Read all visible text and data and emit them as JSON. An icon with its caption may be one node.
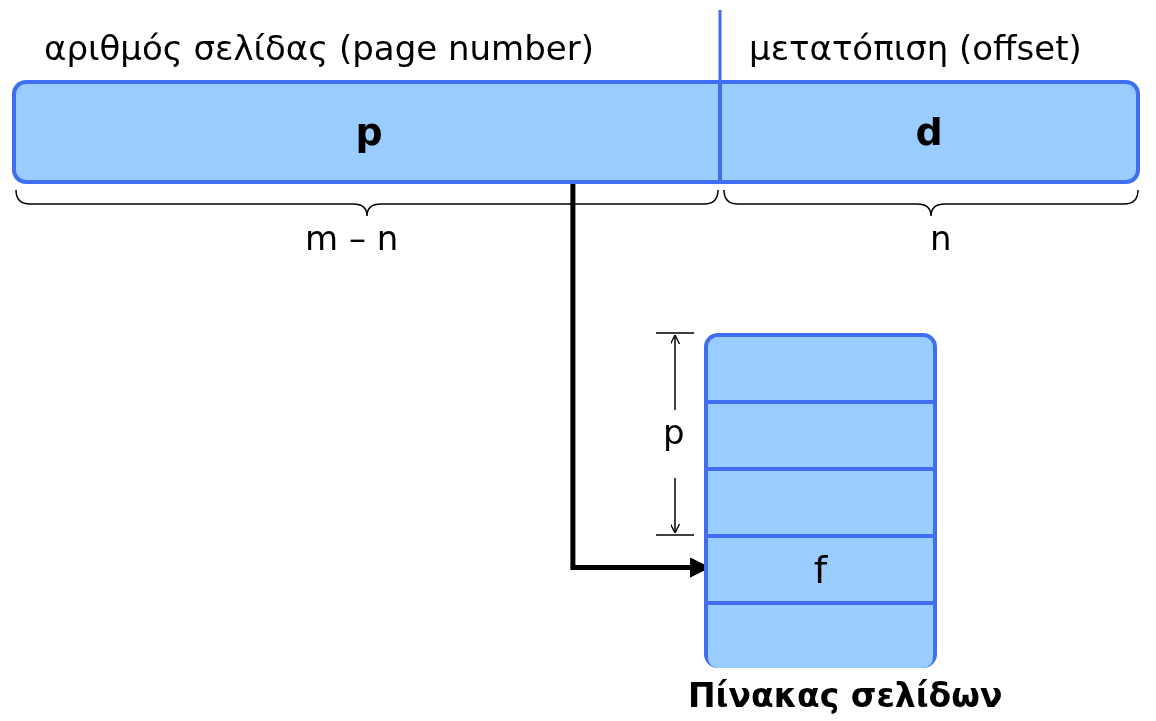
{
  "diagram": {
    "nodes": [
      {
        "text": [
          "p"
        ],
        "beside": [
          "αριθμός σελίδας (page number)"
        ]
      },
      {
        "text": [
          "d"
        ],
        "beside": [
          "μετατόπιση (offset)"
        ]
      },
      {
        "text": [
          "Πίνακας σελίδων"
        ]
      },
      {
        "text": [],
        "shape": "box",
        "in": 2
      },
      {
        "text": [],
        "shape": "box",
        "in": 2
      },
      {
        "text": [],
        "shape": "box",
        "in": 2
      },
      {
        "text": [
          "f"
        ],
        "in": 2
      },
      {
        "text": [],
        "shape": "box",
        "in": 2
      }
    ],
    "edges": [
      {
        "from": 0,
        "to": 6,
        "arrow": "to"
      }
    ],
    "labels": [
      "m – n",
      "n",
      "p"
    ]
  }
}
